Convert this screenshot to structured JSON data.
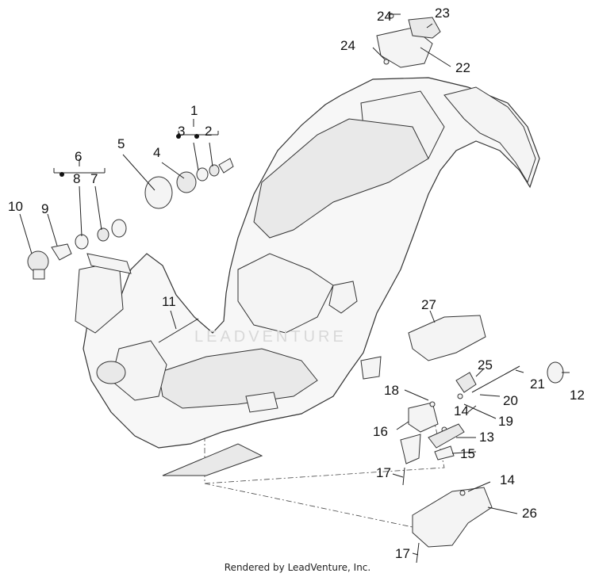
{
  "diagram": {
    "callouts": [
      {
        "key": "c24a",
        "text": "24"
      },
      {
        "key": "c23",
        "text": "23"
      },
      {
        "key": "c24b",
        "text": "24"
      },
      {
        "key": "c22",
        "text": "22"
      },
      {
        "key": "c1",
        "text": "1"
      },
      {
        "key": "c3",
        "text": "3"
      },
      {
        "key": "c2",
        "text": "2"
      },
      {
        "key": "c5",
        "text": "5"
      },
      {
        "key": "c4",
        "text": "4"
      },
      {
        "key": "c6",
        "text": "6"
      },
      {
        "key": "c8",
        "text": "8"
      },
      {
        "key": "c7",
        "text": "7"
      },
      {
        "key": "c10",
        "text": "10"
      },
      {
        "key": "c9",
        "text": "9"
      },
      {
        "key": "c11",
        "text": "11"
      },
      {
        "key": "c27",
        "text": "27"
      },
      {
        "key": "c25",
        "text": "25"
      },
      {
        "key": "c21",
        "text": "21"
      },
      {
        "key": "c12",
        "text": "12"
      },
      {
        "key": "c18",
        "text": "18"
      },
      {
        "key": "c20",
        "text": "20"
      },
      {
        "key": "c14a",
        "text": "14"
      },
      {
        "key": "c19",
        "text": "19"
      },
      {
        "key": "c16",
        "text": "16"
      },
      {
        "key": "c13",
        "text": "13"
      },
      {
        "key": "c15",
        "text": "15"
      },
      {
        "key": "c17a",
        "text": "17"
      },
      {
        "key": "c14b",
        "text": "14"
      },
      {
        "key": "c26",
        "text": "26"
      },
      {
        "key": "c17b",
        "text": "17"
      }
    ],
    "watermark": "LEADVENTURE",
    "footer": "Rendered by LeadVenture, Inc."
  }
}
